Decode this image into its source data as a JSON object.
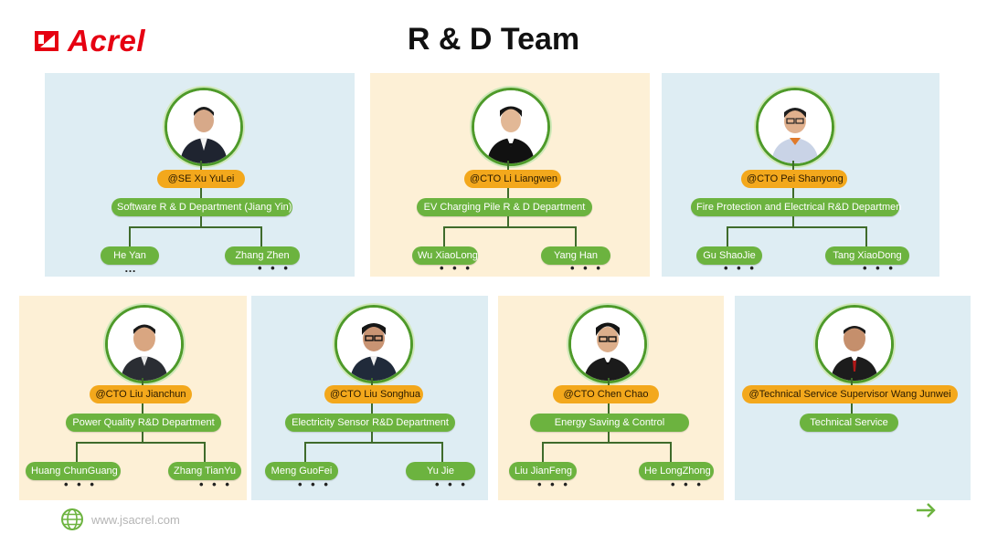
{
  "brand": {
    "name": "Acrel"
  },
  "title": "R & D Team",
  "footer": {
    "url": "www.jsacrel.com"
  },
  "colors": {
    "blue_panel": "#deedf3",
    "beige_panel": "#fdf0d6",
    "orange_pill": "#f3a81c",
    "green_pill": "#6cb33f",
    "accent_green": "#4e9a2a",
    "logo_red": "#e60012"
  },
  "teams": [
    {
      "leader": "@SE Xu YuLei",
      "department": "Software R & D Department (Jiang Yin)",
      "members": [
        "He Yan",
        "Zhang Zhen"
      ],
      "more_left": "…",
      "more_right": "• • •"
    },
    {
      "leader": "@CTO Li Liangwen",
      "department": "EV Charging Pile R & D Department",
      "members": [
        "Wu XiaoLong",
        "Yang Han"
      ],
      "more_left": "• • •",
      "more_right": "• • •"
    },
    {
      "leader": "@CTO Pei Shanyong",
      "department": "Fire Protection and Electrical R&D Departmen",
      "members": [
        "Gu ShaoJie",
        "Tang XiaoDong"
      ],
      "more_left": "• • •",
      "more_right": "• • •"
    },
    {
      "leader": "@CTO Liu Jianchun",
      "department": "Power Quality R&D Department",
      "members": [
        "Huang ChunGuang",
        "Zhang TianYu"
      ],
      "more_left": "• • •",
      "more_right": "• • •"
    },
    {
      "leader": "@CTO Liu Songhua",
      "department": "Electricity Sensor R&D Department",
      "members": [
        "Meng GuoFei",
        "Yu Jie"
      ],
      "more_left": "• • •",
      "more_right": "• • •"
    },
    {
      "leader": "@CTO  Chen Chao",
      "department": "Energy Saving & Control",
      "members": [
        "Liu JianFeng",
        "He LongZhong"
      ],
      "more_left": "• • •",
      "more_right": "• • •"
    },
    {
      "leader": "@Technical Service Supervisor Wang Junwei",
      "department": "Technical Service",
      "members": []
    }
  ]
}
